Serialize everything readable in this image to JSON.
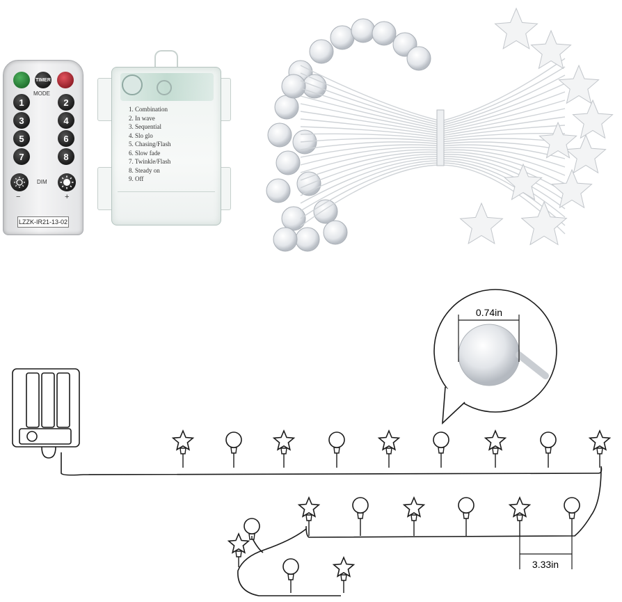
{
  "remote": {
    "mode_label": "MODE",
    "timer_label": "TIMER",
    "dim_label": "DIM",
    "minus_label": "−",
    "plus_label": "+",
    "number_buttons": [
      "1",
      "2",
      "3",
      "4",
      "5",
      "6",
      "7",
      "8"
    ],
    "model": "LZZK-IR21-13-02"
  },
  "battery_box": {
    "modes": [
      "1. Combination",
      "2. In wave",
      "3. Sequential",
      "4. Slo glo",
      "5. Chasing/Flash",
      "6. Slow fade",
      "7. Twinkle/Flash",
      "8. Steady on",
      "9. Off"
    ]
  },
  "diagram": {
    "bulb_diameter": "0.74in",
    "spacing": "3.33in"
  },
  "colors": {
    "on_button": "#2e8b3e",
    "off_button": "#b8323e",
    "line": "#1a1a1a"
  }
}
